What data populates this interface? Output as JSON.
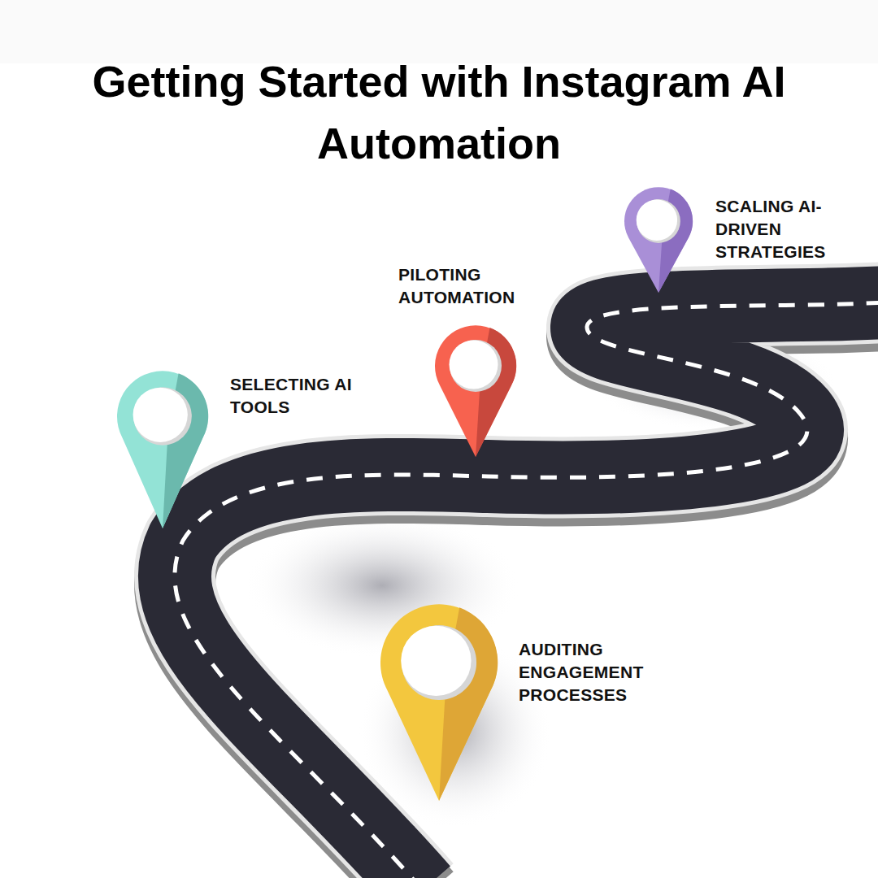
{
  "diagram": {
    "title": "Getting Started with Instagram AI Automation",
    "nodes": [
      {
        "text": [
          "AUDITING ENGAGEMENT PROCESSES"
        ]
      },
      {
        "text": [
          "SELECTING AI TOOLS"
        ]
      },
      {
        "text": [
          "PILOTING AUTOMATION"
        ]
      },
      {
        "text": [
          "SCALING AI-DRIVEN STRATEGIES"
        ]
      }
    ]
  }
}
